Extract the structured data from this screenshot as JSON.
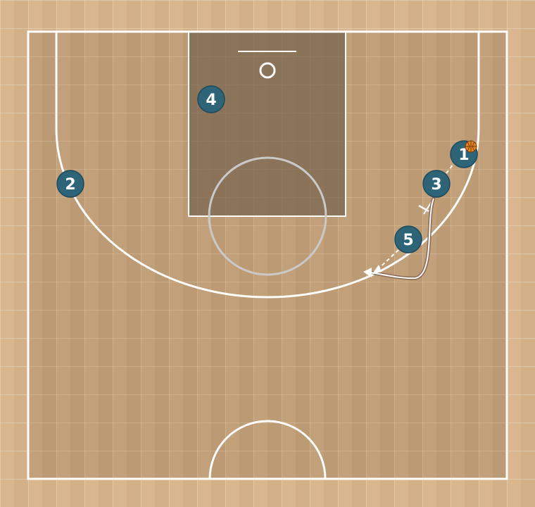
{
  "players": [
    {
      "id": "1",
      "label": "1",
      "has_ball": true
    },
    {
      "id": "2",
      "label": "2",
      "has_ball": false
    },
    {
      "id": "3",
      "label": "3",
      "has_ball": false
    },
    {
      "id": "4",
      "label": "4",
      "has_ball": false
    },
    {
      "id": "5",
      "label": "5",
      "has_ball": false
    }
  ],
  "actions": [
    {
      "type": "pass",
      "from": "1",
      "to": "3"
    },
    {
      "type": "screen",
      "by": "3"
    },
    {
      "type": "cut",
      "by": "3"
    },
    {
      "type": "pass",
      "from": "5",
      "to": "curve"
    }
  ],
  "colors": {
    "player_fill": "#2d6478",
    "court_lines": "#ffffff",
    "paint": "#7a6650",
    "floor": "#c8a57e",
    "ball": "#e8871e"
  }
}
